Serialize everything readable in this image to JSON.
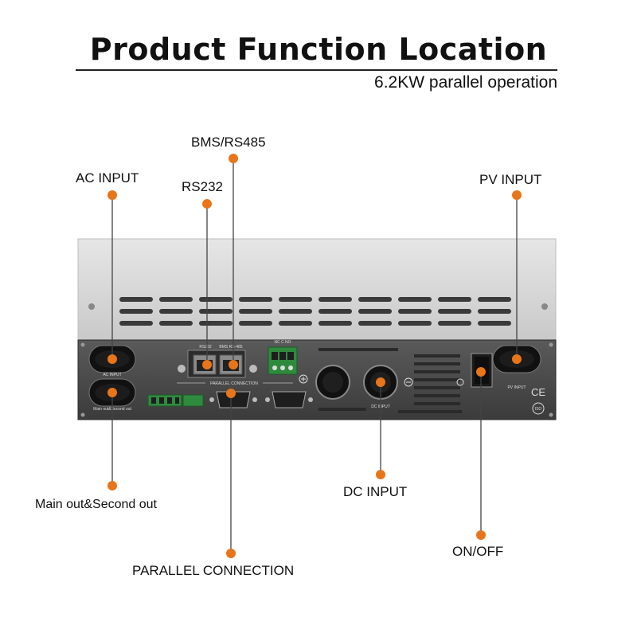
{
  "title": "Product Function Location",
  "subtitle": "6.2KW parallel operation",
  "accent_color": "#e8751a",
  "labels": {
    "bms_rs485": "BMS/RS485",
    "ac_input": "AC INPUT",
    "rs232": "RS232",
    "pv_input": "PV INPUT",
    "main_second_out": "Main out&Second out",
    "dc_input": "DC INPUT",
    "parallel_connection": "PARALLEL CONNECTION",
    "on_off": "ON/OFF"
  },
  "panel_text": {
    "ac_input": "AC INPUT",
    "main_second_out": "Main out&Second out",
    "rs232": "RS232",
    "bms_rs485": "BMS RS-485",
    "nc_c_no": "NC  C  NO",
    "parallel_connection": "PARALLEL CONNECTION",
    "dc_input": "DC INPUT",
    "pv_input": "PV INPUT",
    "ce": "CE",
    "iso": "ISO"
  }
}
